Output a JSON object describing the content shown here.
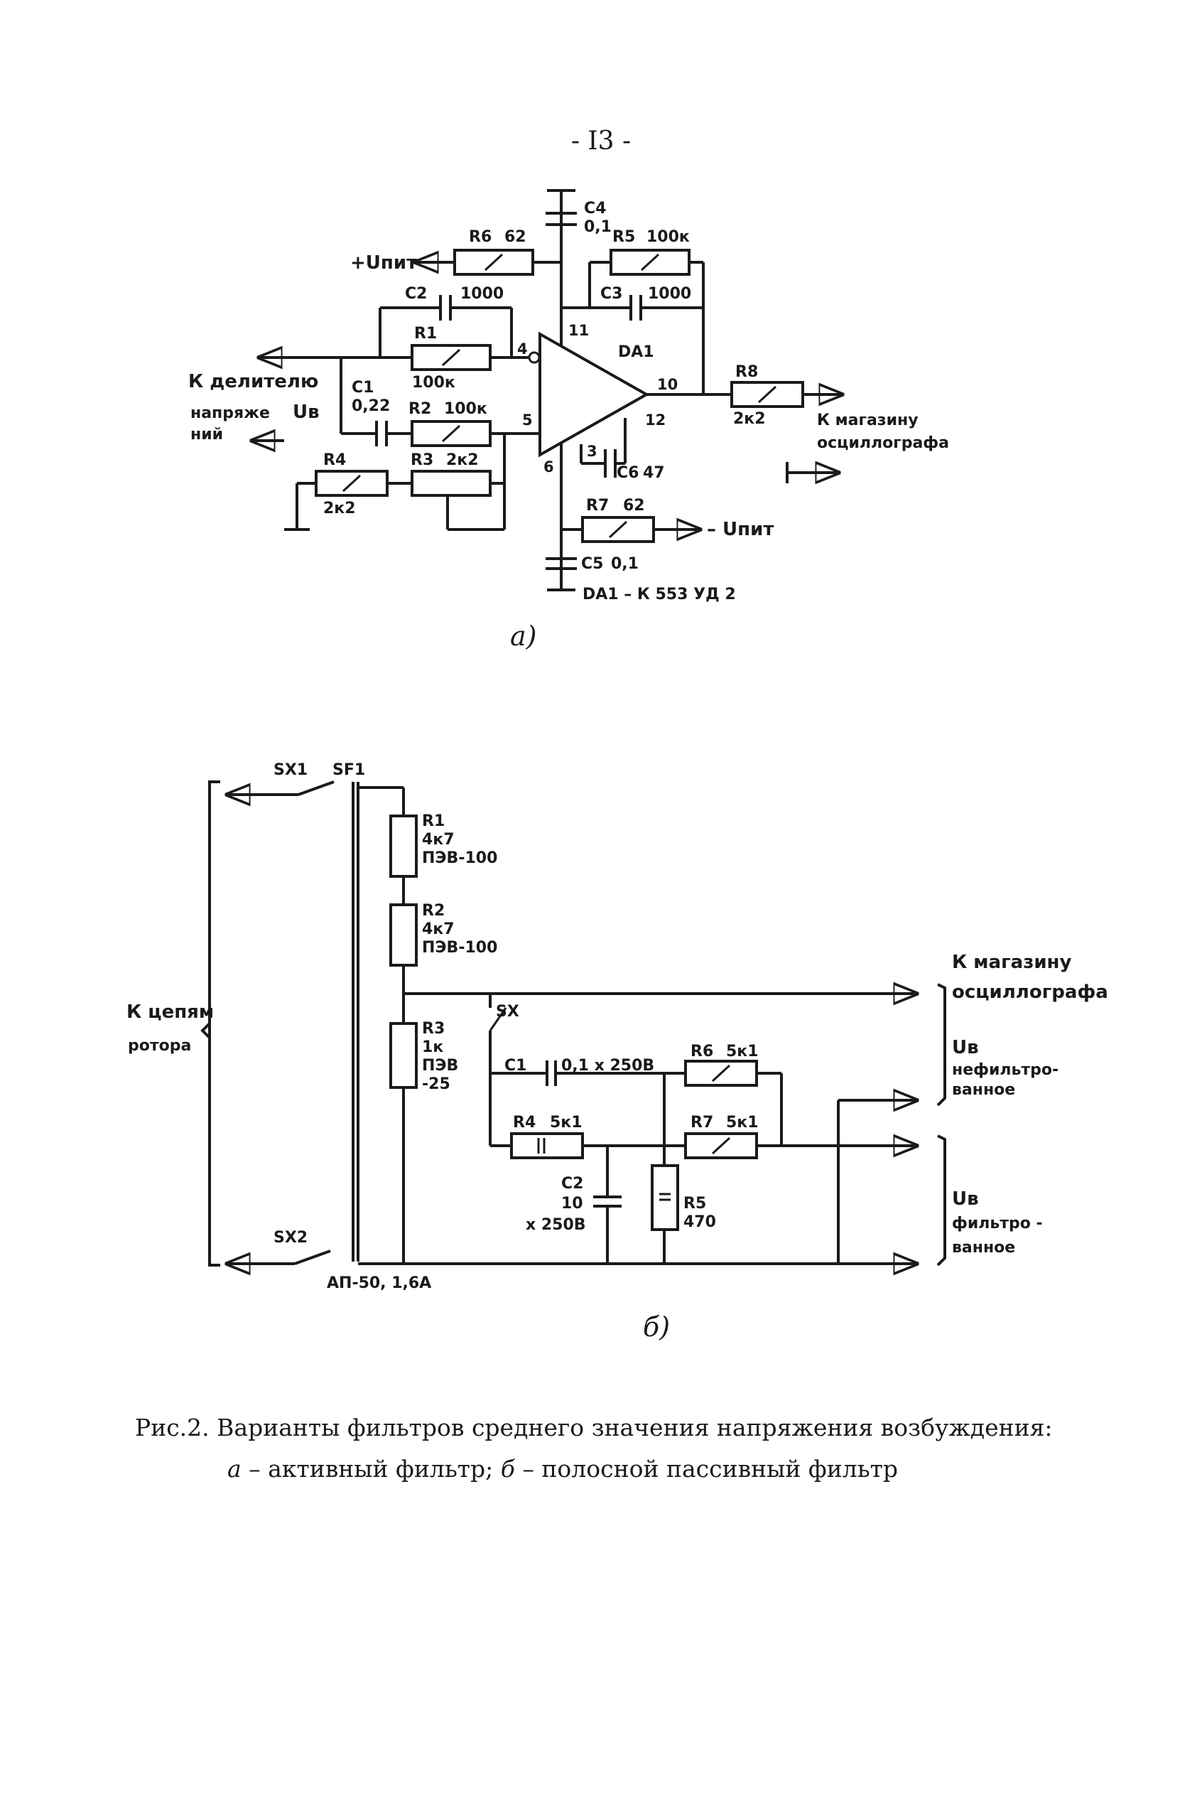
{
  "page_number": "- I3 -",
  "circuit_a": {
    "sublabel": "а)",
    "chip": "DA1",
    "chip_type": "DA1 – К 553 УД 2",
    "supply_pos": "+Uпит",
    "supply_neg": "– Uпит",
    "input_label_1": "К делителю",
    "input_label_2": "напряже",
    "input_label_3": "ний",
    "input_symbol": "Uв",
    "output_label_1": "К магазину",
    "output_label_2": "осциллографа",
    "components": {
      "R1": {
        "name": "R1",
        "value": "100к"
      },
      "R2": {
        "name": "R2",
        "value": "100к"
      },
      "R3": {
        "name": "R3",
        "value": "2к2"
      },
      "R4": {
        "name": "R4",
        "value": "2к2"
      },
      "R5": {
        "name": "R5",
        "value": "100к"
      },
      "R6": {
        "name": "R6",
        "value": "62"
      },
      "R7": {
        "name": "R7",
        "value": "62"
      },
      "R8": {
        "name": "R8",
        "value": "2к2"
      },
      "C1": {
        "name": "C1",
        "value": "0,22"
      },
      "C2": {
        "name": "C2",
        "value": "1000"
      },
      "C3": {
        "name": "C3",
        "value": "1000"
      },
      "C4": {
        "name": "C4",
        "value": "0,1"
      },
      "C5": {
        "name": "C5",
        "value": "0,1"
      },
      "C6": {
        "name": "C6",
        "value": "47"
      }
    },
    "pins": {
      "p3": "3",
      "p4": "4",
      "p5": "5",
      "p6": "6",
      "p10": "10",
      "p11": "11",
      "p12": "12"
    }
  },
  "circuit_b": {
    "sublabel": "б)",
    "sx1": "SX1",
    "sx2": "SX2",
    "sx3": "SX",
    "sf1": "SF1",
    "fuse": "АП-50, 1,6А",
    "rotor_label_1": "К цепям",
    "rotor_label_2": "ротора",
    "out_label_1": "К магазину",
    "out_label_2": "осциллографа",
    "ub": "Uв",
    "unfiltered_1": "нефильтро-",
    "unfiltered_2": "ванное",
    "filtered_1": "фильтро -",
    "filtered_2": "ванное",
    "R1": {
      "name": "R1",
      "value": "4к7",
      "type": "ПЭВ-100"
    },
    "R2": {
      "name": "R2",
      "value": "4к7",
      "type": "ПЭВ-100"
    },
    "R3": {
      "name": "R3",
      "value": "1к",
      "type_1": "ПЭВ",
      "type_2": "-25"
    },
    "R4": {
      "name": "R4",
      "value": "5к1"
    },
    "R5": {
      "name": "R5",
      "value": "470"
    },
    "R6": {
      "name": "R6",
      "value": "5к1"
    },
    "R7": {
      "name": "R7",
      "value": "5к1"
    },
    "C1": {
      "name": "C1",
      "value": "0,1 х 250В"
    },
    "C2": {
      "name": "C2",
      "value_1": "10",
      "value_2": "х 250В"
    }
  },
  "caption": {
    "line1": "Рис.2. Варианты фильтров среднего значения напряжения возбуждения:",
    "l2_a": "а",
    "l2_a_text": " – активный фильтр; ",
    "l2_b": "б",
    "l2_b_text": " – полосной пассивный фильтр"
  }
}
